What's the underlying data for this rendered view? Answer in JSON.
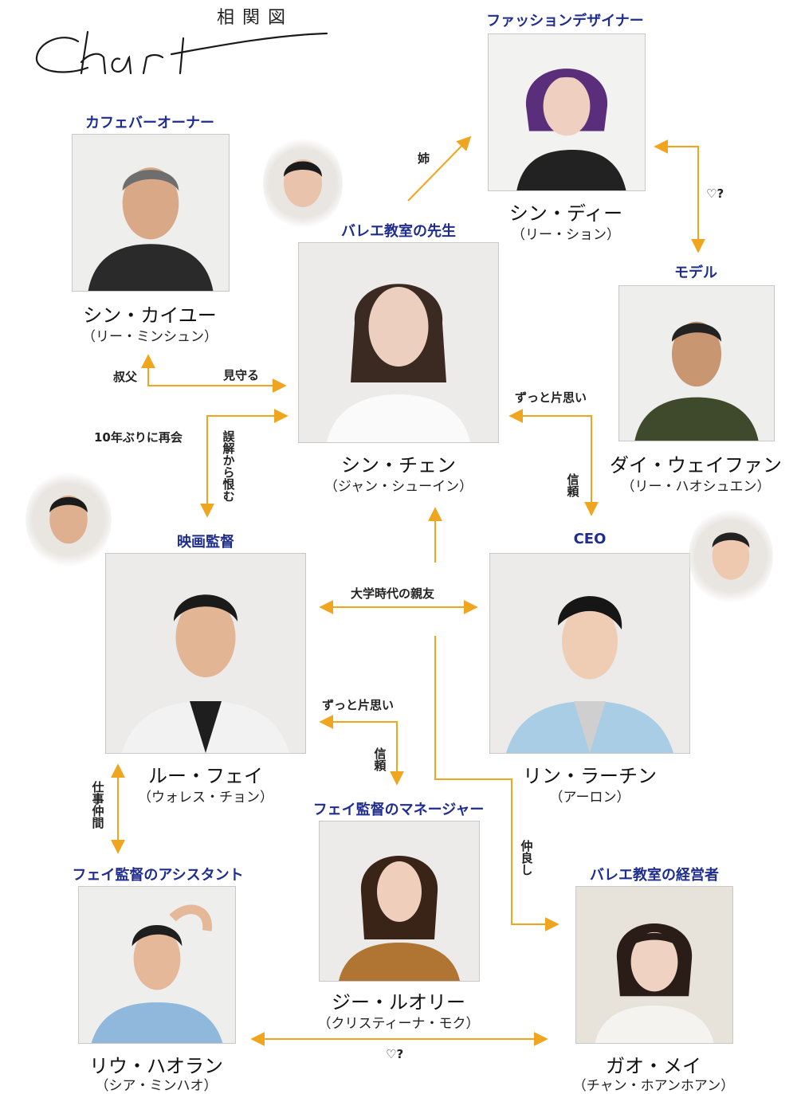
{
  "header": {
    "subtitle": "相関図",
    "script_title": "Chart"
  },
  "colors": {
    "arrow": "#f0a51e",
    "role": "#1f2d8f"
  },
  "characters": [
    {
      "id": "kaiyu",
      "role": "カフェバーオーナー",
      "name": "シン・カイユー",
      "actor": "（リー・ミンシュン）"
    },
    {
      "id": "di",
      "role": "ファッションデザイナー",
      "name": "シン・ディー",
      "actor": "（リー・ション）"
    },
    {
      "id": "chen",
      "role": "バレエ教室の先生",
      "name": "シン・チェン",
      "actor": "（ジャン・シューイン）"
    },
    {
      "id": "dai",
      "role": "モデル",
      "name": "ダイ・ウェイファン",
      "actor": "（リー・ハオシュエン）"
    },
    {
      "id": "fei",
      "role": "映画監督",
      "name": "ルー・フェイ",
      "actor": "（ウォレス・チョン）"
    },
    {
      "id": "lin",
      "role": "CEO",
      "name": "リン・ラーチン",
      "actor": "（アーロン）"
    },
    {
      "id": "ji",
      "role": "フェイ監督のマネージャー",
      "name": "ジー・ルオリー",
      "actor": "（クリスティーナ・モク）"
    },
    {
      "id": "liu",
      "role": "フェイ監督のアシスタント",
      "name": "リウ・ハオラン",
      "actor": "（シア・ミンハオ）"
    },
    {
      "id": "gao",
      "role": "バレエ教室の経営者",
      "name": "ガオ・メイ",
      "actor": "（チャン・ホアンホアン）"
    }
  ],
  "relations": {
    "sister": "姉",
    "heart_di_dai": "♡?",
    "uncle": "叔父",
    "watch_over": "見守る",
    "reunion": "10年ぶりに再会",
    "grudge": "誤解から恨む",
    "crush_chen": "ずっと片思い",
    "trust_lin": "信頼",
    "college_friends": "大学時代の親友",
    "crush_fei": "ずっと片思い",
    "trust_ji": "信頼",
    "coworkers": "仕事仲間",
    "close_friends": "仲良し",
    "heart_liu_gao": "♡?"
  }
}
